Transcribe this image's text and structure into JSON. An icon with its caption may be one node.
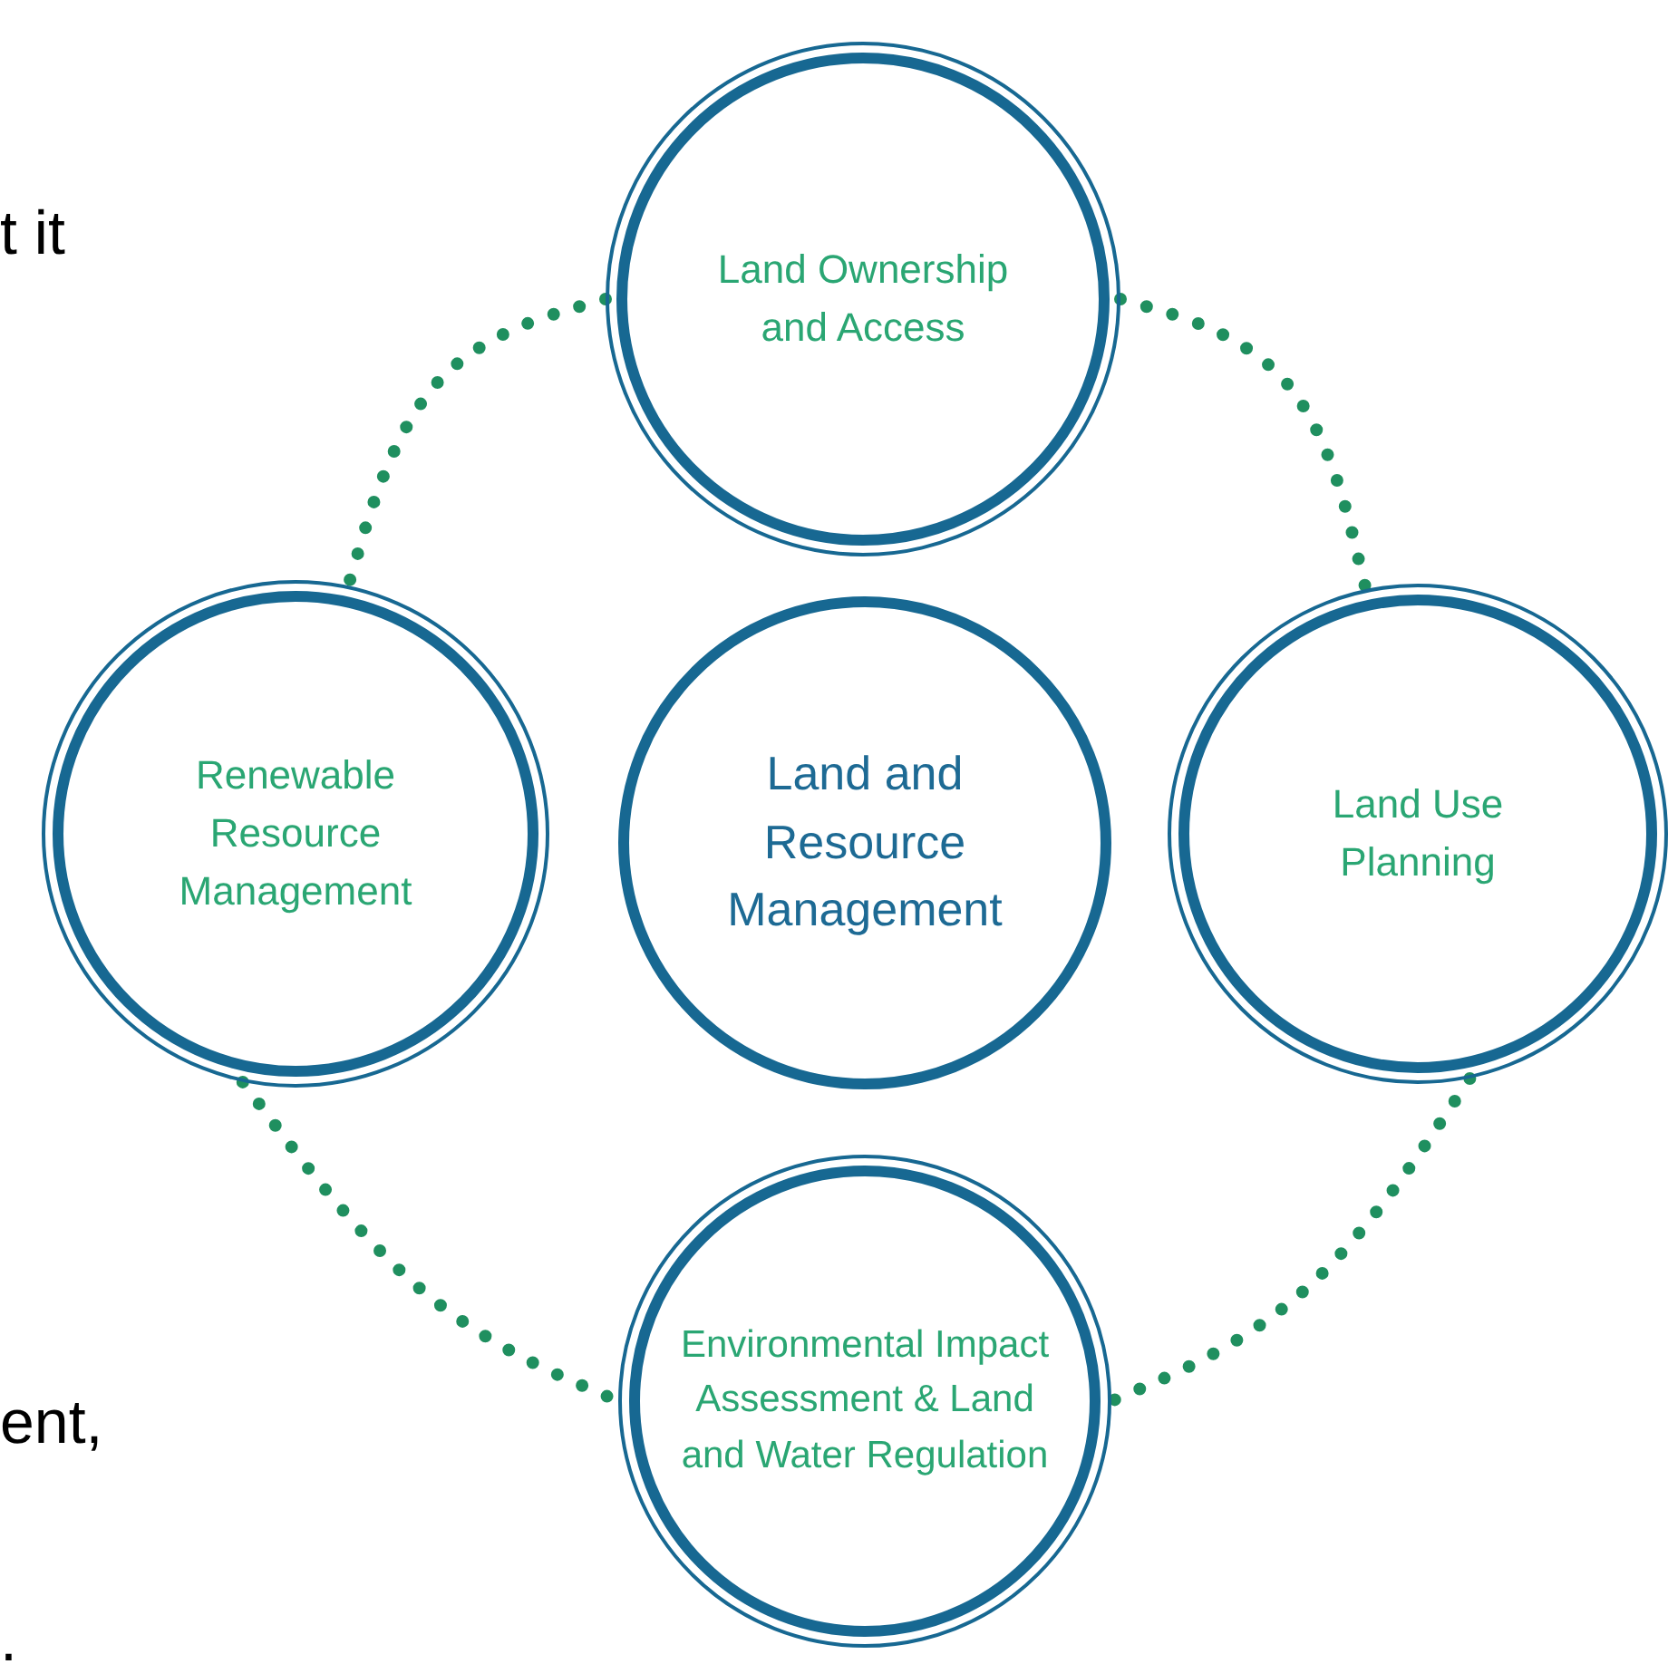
{
  "diagram": {
    "nodes": [
      {
        "text": [
          "Land Ownership and Access"
        ]
      },
      {
        "text": [
          "Renewable Resource Management"
        ]
      },
      {
        "text": [
          "Land and Resource Management"
        ]
      },
      {
        "text": [
          "Land Use Planning"
        ]
      },
      {
        "text": [
          "Environmental Impact Assessment & Land and Water Regulation"
        ]
      }
    ],
    "edges": [
      {
        "from": 0,
        "to": 1,
        "arrow": "none"
      },
      {
        "from": 0,
        "to": 3,
        "arrow": "none"
      },
      {
        "from": 1,
        "to": 4,
        "arrow": "none"
      },
      {
        "from": 3,
        "to": 4,
        "arrow": "none"
      }
    ],
    "labels": [
      "t it",
      "ent,",
      "."
    ]
  }
}
